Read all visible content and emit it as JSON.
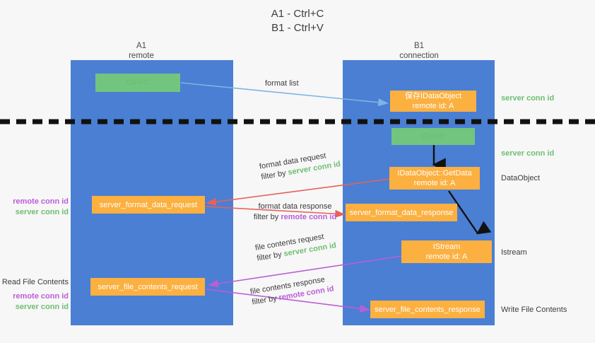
{
  "title": {
    "line1": "A1 - Ctrl+C",
    "line2": "B1 - Ctrl+V"
  },
  "colors": {
    "lane": "#4a7fd4",
    "orange_node": "#fbb040",
    "green_node": "#71c57f",
    "server_conn_id": "#6fbe73",
    "remote_conn_id": "#bb5ed6",
    "arrow_format_list": "#7fb4e3",
    "arrow_format_data": "#e8615a",
    "arrow_file_contents": "#bb5ed6",
    "arrow_internal": "#000000",
    "background": "#f7f7f7",
    "text": "#3c3c3c"
  },
  "columns": {
    "a1": {
      "name": "A1",
      "sub": "remote"
    },
    "b1": {
      "name": "B1",
      "sub": "connection"
    }
  },
  "nodes": {
    "ctrl_c": "Ctrl+C",
    "ctrl_v": "Ctrl+V",
    "data_object": {
      "line1": "保存IDataObject",
      "line2": "remote id: A"
    },
    "get_data": {
      "line1": "IDataObject::GetData",
      "line2": "remote id: A"
    },
    "istream": {
      "line1": "IStream",
      "line2": "remote id: A"
    },
    "server_format_data_request": "server_format_data_request",
    "server_format_data_response": "server_format_data_response",
    "server_file_contents_request": "server_file_contents_request",
    "server_file_contents_response": "server_file_contents_response"
  },
  "edge_labels": {
    "format_list": "format list",
    "format_data_request": "format data request",
    "format_data_request_filter_prefix": "filter by ",
    "format_data_request_filter_value": "server conn id",
    "format_data_response": "format data response",
    "format_data_response_filter_prefix": "filter by ",
    "format_data_response_filter_value": "remote conn id",
    "file_contents_request": "file contents request",
    "file_contents_request_filter_prefix": "filter by ",
    "file_contents_request_filter_value": "server conn id",
    "file_contents_response": "file contents response",
    "file_contents_response_filter_prefix": "filter by ",
    "file_contents_response_filter_value": "remote conn id"
  },
  "side_labels": {
    "right_server_conn_id_top": "server conn id",
    "right_server_conn_id_mid": "server conn id",
    "right_data_object": "DataObject",
    "right_istream": "Istream",
    "right_write_file_contents": "Write File Contents",
    "left_remote_conn_id_1": "remote conn id",
    "left_server_conn_id_1": "server conn id",
    "left_read_file_contents": "Read File Contents",
    "left_remote_conn_id_2": "remote conn id",
    "left_server_conn_id_2": "server conn id"
  }
}
